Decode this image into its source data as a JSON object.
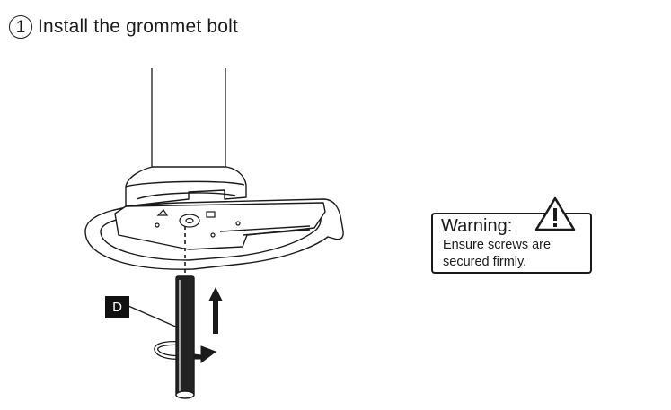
{
  "step": {
    "number": "1",
    "title": "Install the grommet bolt"
  },
  "part_label": "D",
  "warning": {
    "title": "Warning:",
    "text": "Ensure screws are secured firmly.",
    "icon": "warning-triangle-icon"
  },
  "colors": {
    "line": "#1a1a1a",
    "label_bg": "#111111",
    "label_text": "#ffffff"
  }
}
